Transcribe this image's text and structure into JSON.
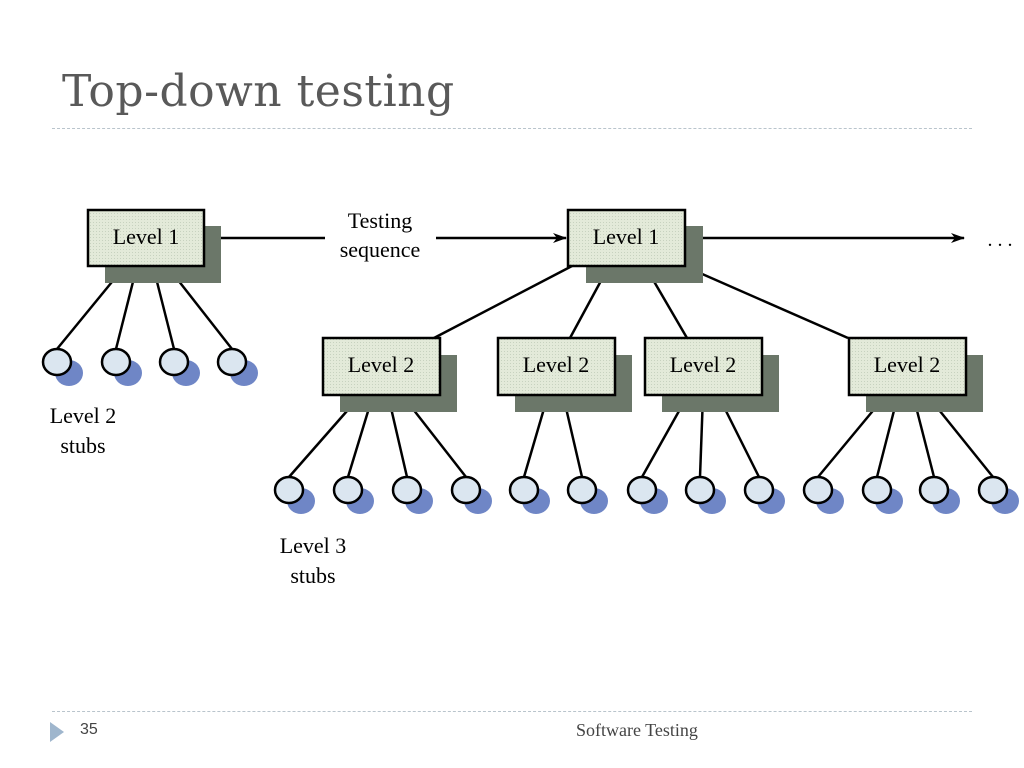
{
  "slide": {
    "title": "Top-down testing",
    "page_number": "35",
    "footer": "Software Testing"
  },
  "diagram": {
    "sequence_label_line1": "Testing",
    "sequence_label_line2": "sequence",
    "continuation": ". . .",
    "left_step": {
      "level1_label": "Level 1",
      "stubs_label_line1": "Level 2",
      "stubs_label_line2": "stubs",
      "stub_count": 4
    },
    "right_step": {
      "level1_label": "Level 1",
      "level2_labels": [
        "Level 2",
        "Level 2",
        "Level 2",
        "Level 2"
      ],
      "level3_stub_counts": [
        4,
        2,
        3,
        4
      ],
      "stubs_label_line1": "Level 3",
      "stubs_label_line2": "stubs"
    }
  },
  "colors": {
    "title": "#595959",
    "box_fill": "#e3ead9",
    "box_shadow": "#6b7769",
    "stub_fill": "#dbe6f0",
    "stub_shadow": "#6f86c6",
    "divider": "#b9c4cc",
    "footer_arrow": "#9fb6cd"
  }
}
